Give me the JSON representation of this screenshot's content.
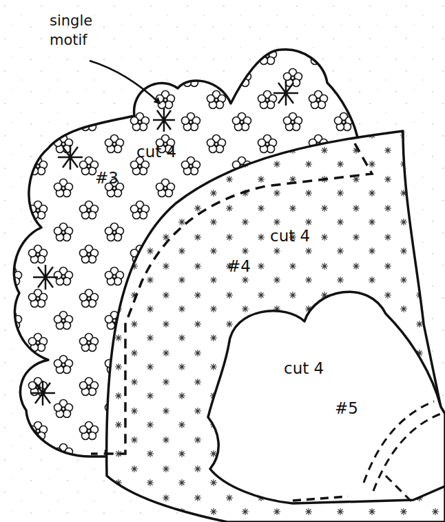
{
  "diagram": {
    "nodes": [
      {
        "text": [
          "cut 4",
          "#3"
        ]
      },
      {
        "text": [
          "cut 4",
          "#4"
        ]
      },
      {
        "text": [
          "cut 4",
          "#5"
        ]
      }
    ],
    "labels": [
      "single motif"
    ]
  }
}
